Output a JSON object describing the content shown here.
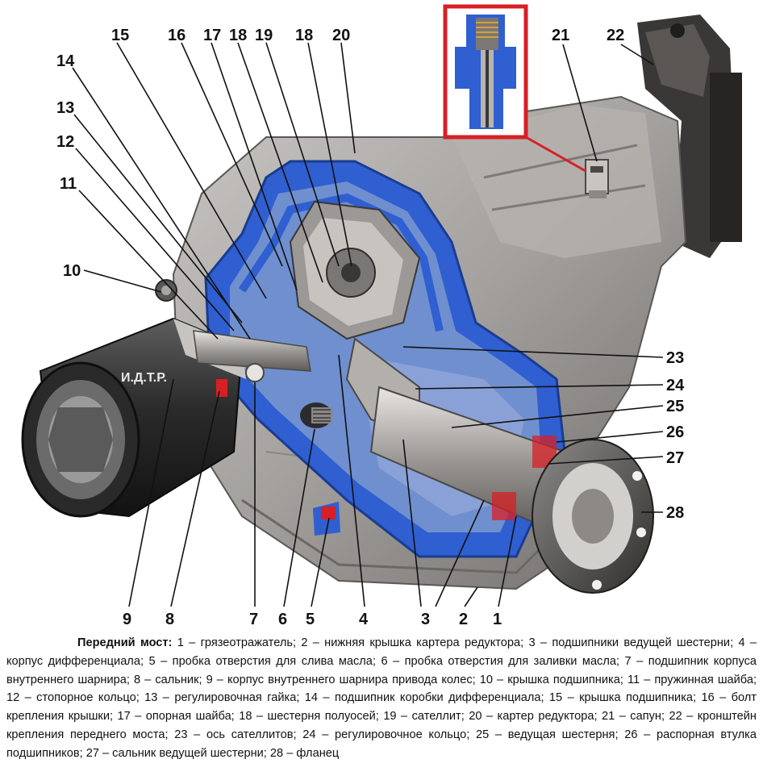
{
  "diagram": {
    "brand_mark": "И.Д.Т.Р.",
    "labels": [
      "1",
      "2",
      "3",
      "4",
      "5",
      "6",
      "7",
      "8",
      "9",
      "10",
      "11",
      "12",
      "13",
      "14",
      "15",
      "16",
      "17",
      "18",
      "19",
      "20",
      "21",
      "22",
      "23",
      "24",
      "25",
      "26",
      "27",
      "28"
    ],
    "label_18": "18",
    "colors": {
      "housing": "#9c9a98",
      "section": "#2f5fd0",
      "callout_frame": "#d81f26",
      "text": "#111111"
    }
  },
  "caption": {
    "title": "Передний мост:",
    "text": " 1 – грязеотражатель; 2 – нижняя крышка картера редуктора; 3 – подшипники ведущей шестерни; 4 – корпус дифференциала; 5 – пробка отверстия для слива масла; 6 – пробка отверстия для заливки масла; 7 – подшипник корпуса внутреннего шарнира; 8 – сальник; 9 – корпус внутреннего шарнира привода колес; 10 – крышка подшипника; 11 – пружинная шайба; 12 – стопорное кольцо; 13 – регулировочная гайка; 14 – подшипник коробки дифференциала; 15 – крышка подшипника; 16 – болт крепления крышки; 17 – опорная шайба; 18 – шестерня полуосей; 19 – сателлит; 20 – картер редуктора; 21 – сапун; 22 – кронштейн крепления переднего моста; 23 – ось сателлитов; 24 – регулировочное кольцо; 25 – ведущая шестерня; 26 – распорная втулка подшипников; 27 – сальник ведущей шестерни; 28 – фланец"
  }
}
